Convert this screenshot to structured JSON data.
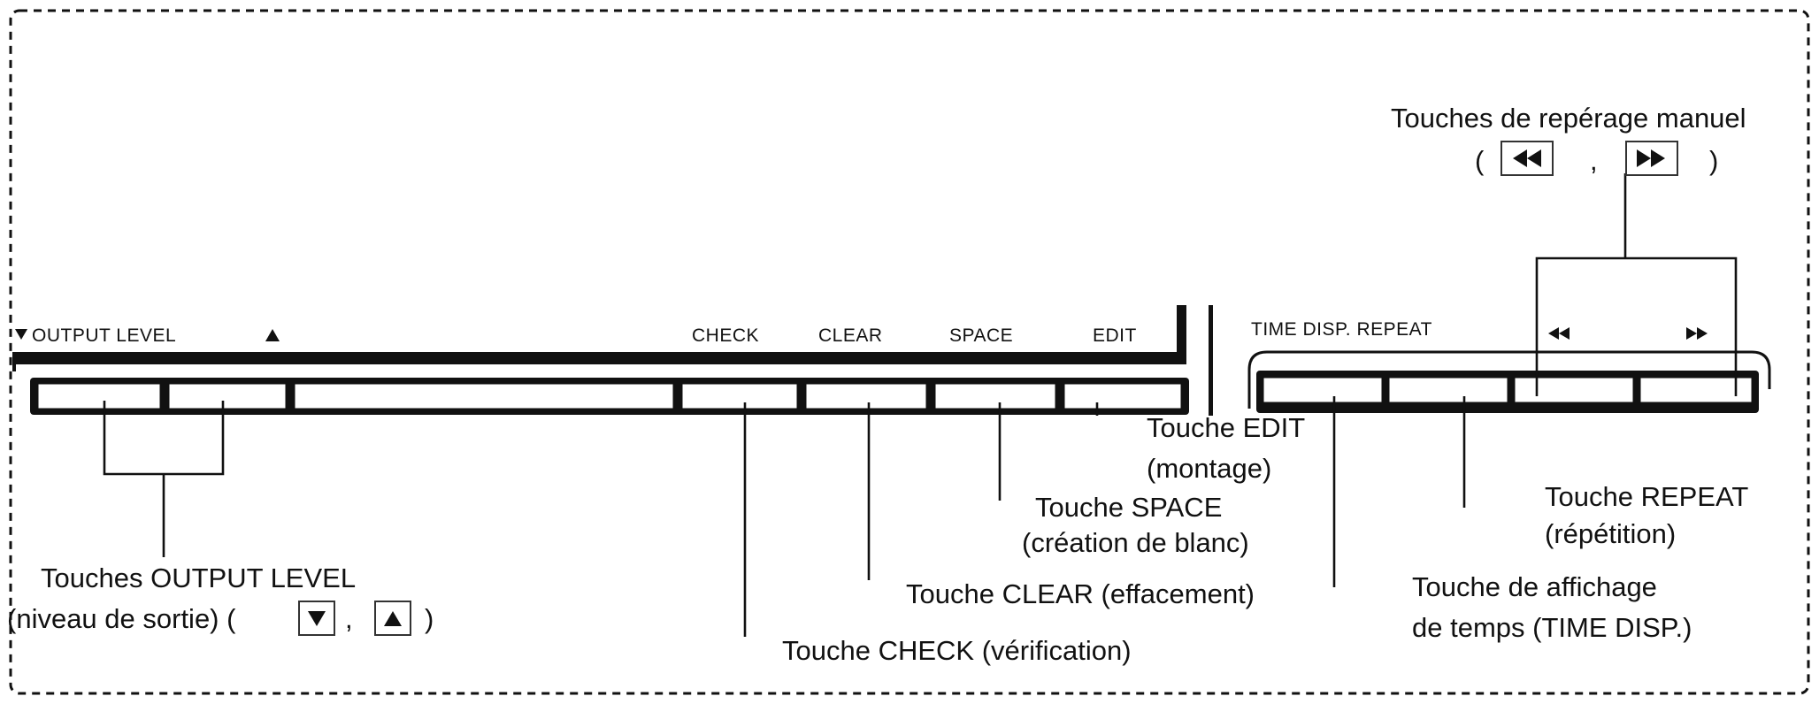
{
  "panel": {
    "output_level": "OUTPUT LEVEL",
    "check": "CHECK",
    "clear": "CLEAR",
    "space": "SPACE",
    "edit": "EDIT",
    "time_disp_repeat": "TIME DISP. REPEAT"
  },
  "callouts": {
    "manual_search": {
      "line1": "Touches de repérage manuel",
      "open": "(",
      "comma": ",",
      "close": ")"
    },
    "edit": {
      "line1": "Touche EDIT",
      "line2": "(montage)"
    },
    "space": {
      "line1": "Touche SPACE",
      "line2": "(création de blanc)"
    },
    "repeat": {
      "line1": "Touche REPEAT",
      "line2": "(répétition)"
    },
    "clear": {
      "line1": "Touche CLEAR (effacement)"
    },
    "time_disp": {
      "line1": "Touche de affichage",
      "line2": "de temps (TIME DISP.)"
    },
    "check": {
      "line1": "Touche CHECK (vérification)"
    },
    "output_level": {
      "line1": "Touches OUTPUT LEVEL",
      "line2": "(niveau de sortie) (",
      "comma": ",",
      "close": ")"
    }
  }
}
